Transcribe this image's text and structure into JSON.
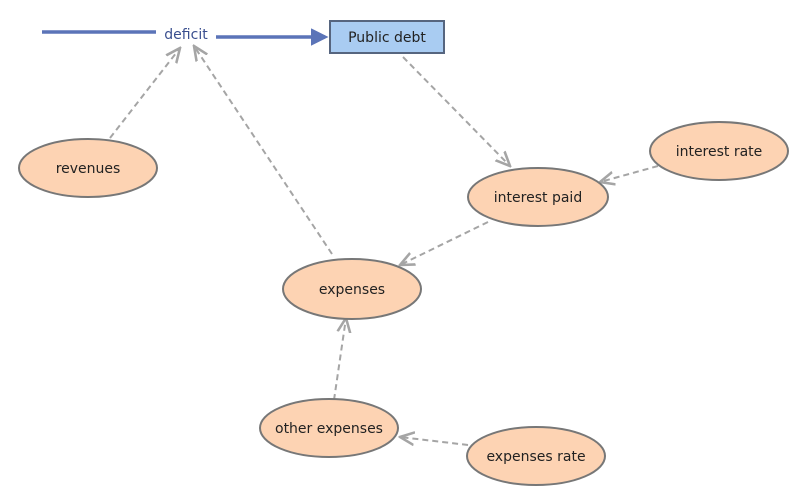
{
  "colors": {
    "ellipse_fill": "#fdd3b3",
    "ellipse_stroke": "#777777",
    "stock_fill": "#a9ccf2",
    "stock_stroke": "#56657f",
    "flow_color": "#5b74b8",
    "link_color": "#a5a5a5"
  },
  "stock": {
    "label": "Public debt"
  },
  "flow": {
    "label": "deficit"
  },
  "variables": {
    "revenues": "revenues",
    "interest_rate": "interest rate",
    "interest_paid": "interest paid",
    "expenses": "expenses",
    "other_expenses": "other expenses",
    "expenses_rate": "expenses rate"
  },
  "links": [
    {
      "from": "revenues",
      "to": "deficit"
    },
    {
      "from": "expenses",
      "to": "deficit"
    },
    {
      "from": "Public debt",
      "to": "interest paid"
    },
    {
      "from": "interest rate",
      "to": "interest paid"
    },
    {
      "from": "interest paid",
      "to": "expenses"
    },
    {
      "from": "other expenses",
      "to": "expenses"
    },
    {
      "from": "expenses rate",
      "to": "other expenses"
    }
  ]
}
